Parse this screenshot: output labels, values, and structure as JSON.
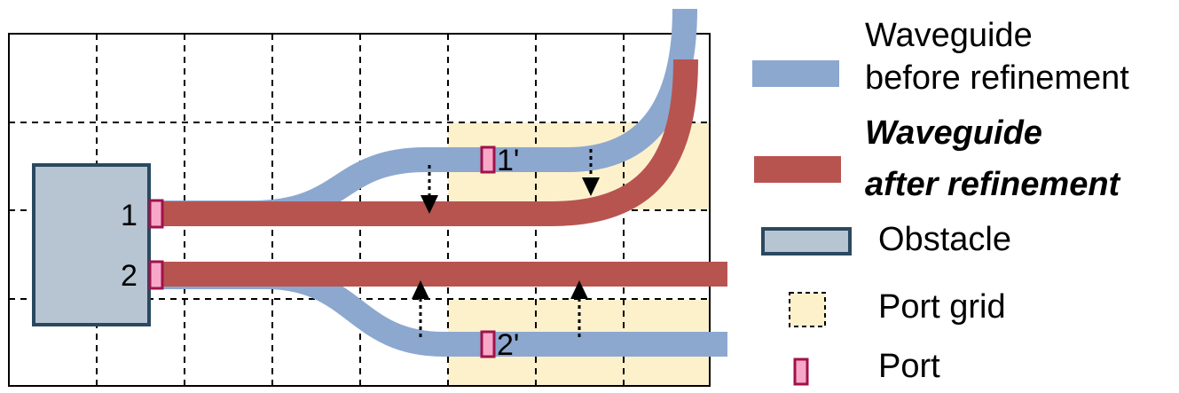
{
  "colors": {
    "waveguide_before": "#8ca8cf",
    "waveguide_after": "#b85450",
    "obstacle_fill": "#b7c4d2",
    "obstacle_stroke": "#2a4960",
    "port_fill": "#f7a8c8",
    "port_stroke": "#a0124a",
    "port_grid_fill": "#fdf1cc",
    "grid_line": "#000000"
  },
  "ports": {
    "p1": "1",
    "p2": "2",
    "p1_prime": "1'",
    "p2_prime": "2'"
  },
  "legend": {
    "before_line1": "Waveguide",
    "before_line2": "before refinement",
    "after_line1": "Waveguide",
    "after_line2": "after refinement",
    "obstacle": "Obstacle",
    "port_grid": "Port grid",
    "port": "Port"
  }
}
